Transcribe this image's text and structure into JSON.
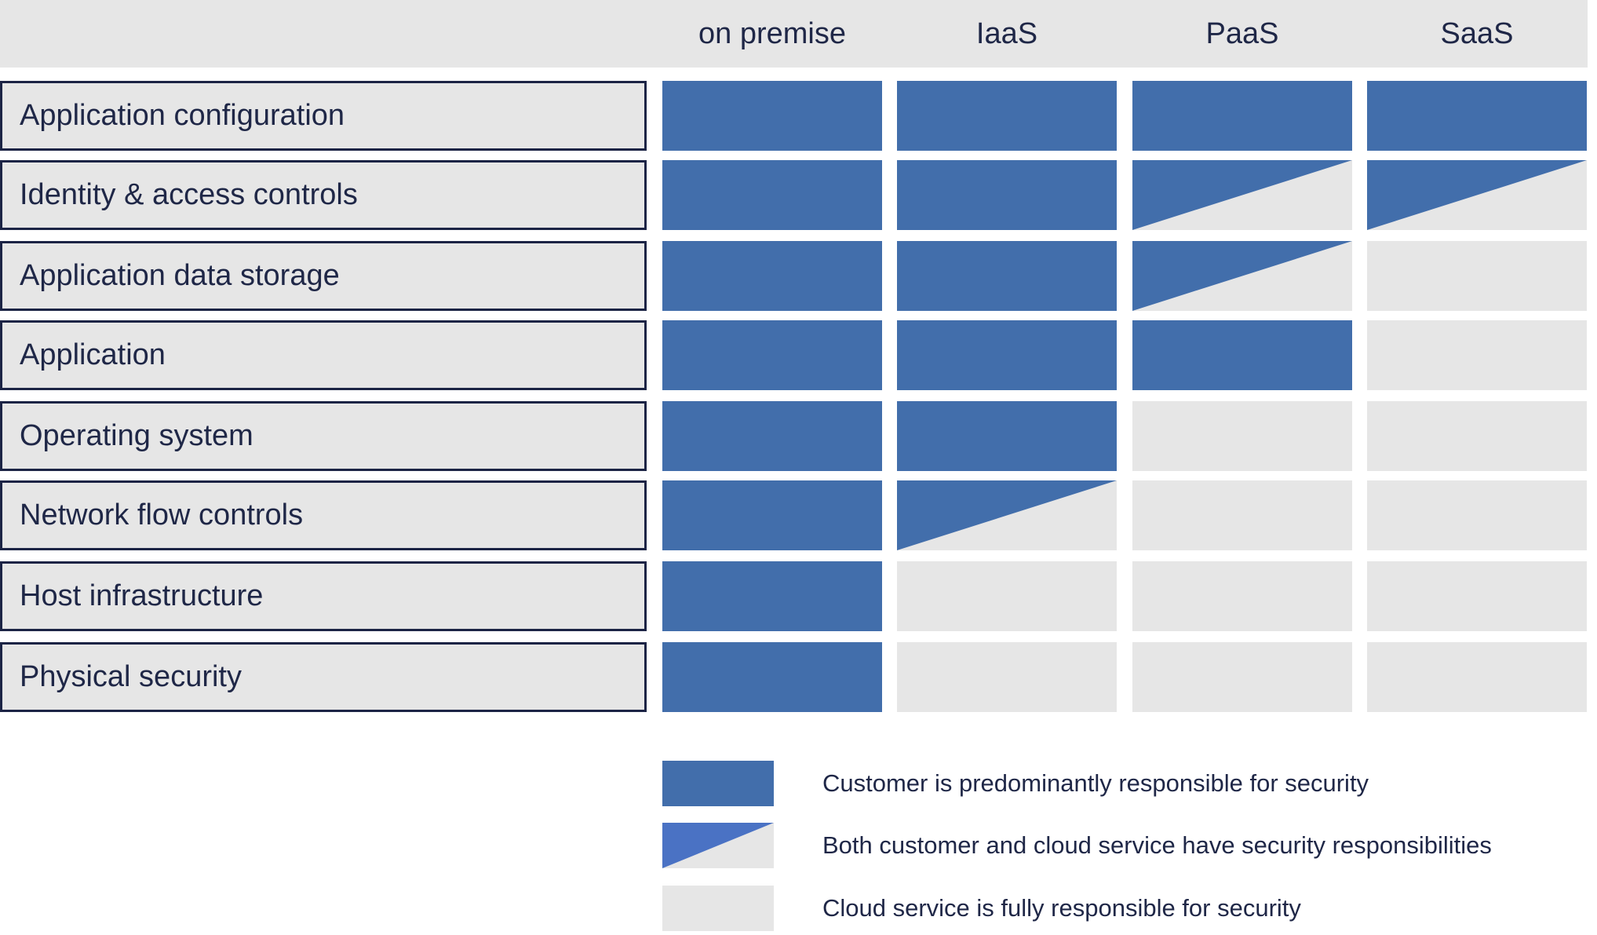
{
  "colors": {
    "customer": "#426eab",
    "shared_blue": "#4a72c4",
    "cloud": "#e6e6e6",
    "border": "#1c2445"
  },
  "columns": [
    "on premise",
    "IaaS",
    "PaaS",
    "SaaS"
  ],
  "rows": [
    {
      "label": "Application configuration",
      "cells": [
        "customer",
        "customer",
        "customer",
        "customer"
      ]
    },
    {
      "label": "Identity & access controls",
      "cells": [
        "customer",
        "customer",
        "shared",
        "shared"
      ]
    },
    {
      "label": "Application data storage",
      "cells": [
        "customer",
        "customer",
        "shared",
        "cloud"
      ]
    },
    {
      "label": "Application",
      "cells": [
        "customer",
        "customer",
        "customer",
        "cloud"
      ]
    },
    {
      "label": "Operating system",
      "cells": [
        "customer",
        "customer",
        "cloud",
        "cloud"
      ]
    },
    {
      "label": "Network flow controls",
      "cells": [
        "customer",
        "shared",
        "cloud",
        "cloud"
      ]
    },
    {
      "label": "Host infrastructure",
      "cells": [
        "customer",
        "cloud",
        "cloud",
        "cloud"
      ]
    },
    {
      "label": "Physical security",
      "cells": [
        "customer",
        "cloud",
        "cloud",
        "cloud"
      ]
    }
  ],
  "legend": [
    {
      "key": "customer",
      "text": "Customer is predominantly responsible for security"
    },
    {
      "key": "shared",
      "text": "Both customer and cloud service have security responsibilities"
    },
    {
      "key": "cloud",
      "text": "Cloud service is fully responsible for security"
    }
  ]
}
